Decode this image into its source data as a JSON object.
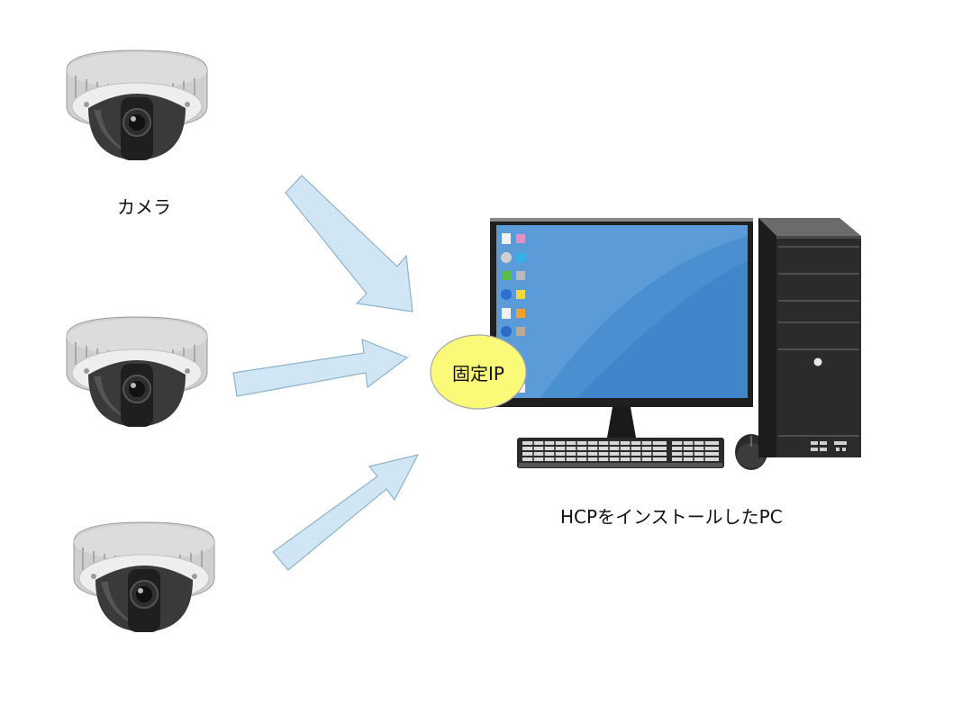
{
  "labels": {
    "camera": "カメラ",
    "pc": "HCPをインストールしたPC",
    "fixed_ip": "固定IP"
  },
  "colors": {
    "arrow_fill": "#d0e6f5",
    "arrow_stroke": "#8fb3cc",
    "badge_fill": "#fafa78",
    "screen_blue": "#4a8fd0",
    "monitor_frame": "#222222",
    "tower_body": "#2a2a2a",
    "camera_housing": "#e4e4e4"
  },
  "icons": [
    "dome-camera-icon",
    "desktop-monitor-icon",
    "pc-tower-icon",
    "keyboard-icon",
    "mouse-icon",
    "arrow-icon"
  ]
}
